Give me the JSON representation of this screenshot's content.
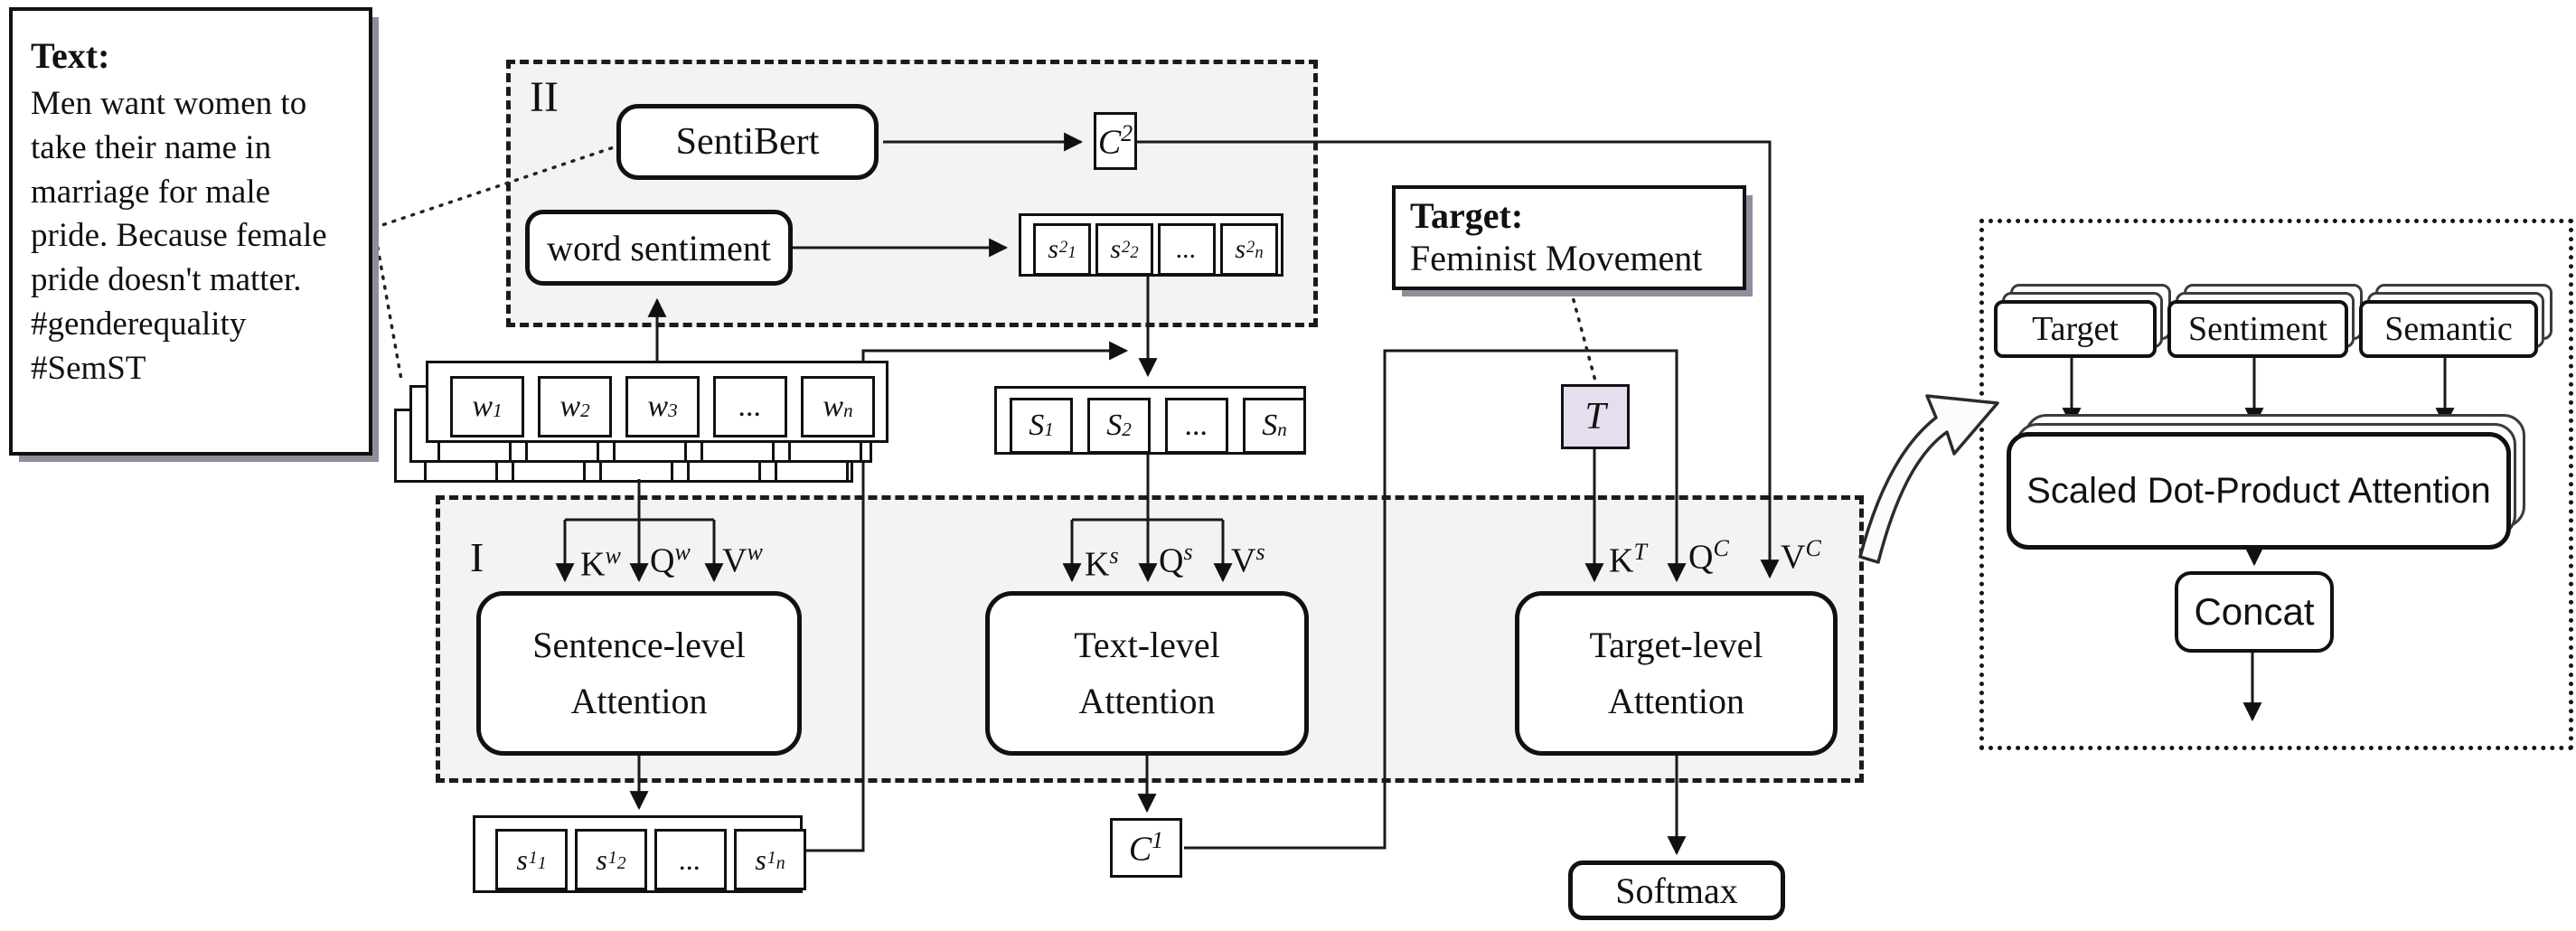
{
  "text_box": {
    "title": "Text:",
    "body": "Men want women to\ntake their name in\nmarriage for male\npride. Because female\npride doesn't matter.\n#genderequality\n#SemST"
  },
  "module2": {
    "label": "II",
    "sentibert": "SentiBert",
    "word_sentiment": "word sentiment",
    "c2": {
      "base": "C",
      "sup": "2"
    },
    "s2_row": {
      "cells": [
        {
          "base": "s",
          "sup": "2",
          "sub": "1"
        },
        {
          "base": "s",
          "sup": "2",
          "sub": "2"
        },
        {
          "base": "...",
          "sup": "",
          "sub": ""
        },
        {
          "base": "s",
          "sup": "2",
          "sub": "n"
        }
      ]
    }
  },
  "w_row": {
    "cells": [
      {
        "base": "w",
        "sub": "1"
      },
      {
        "base": "w",
        "sub": "2"
      },
      {
        "base": "w",
        "sub": "3"
      },
      {
        "base": "...",
        "sub": ""
      },
      {
        "base": "w",
        "sub": "n"
      }
    ]
  },
  "s_row": {
    "cells": [
      {
        "base": "S",
        "sub": "1"
      },
      {
        "base": "S",
        "sub": "2"
      },
      {
        "base": "...",
        "sub": ""
      },
      {
        "base": "S",
        "sub": "n"
      }
    ]
  },
  "s1_row": {
    "cells": [
      {
        "base": "s",
        "sup": "1",
        "sub": "1"
      },
      {
        "base": "s",
        "sup": "1",
        "sub": "2"
      },
      {
        "base": "...",
        "sup": "",
        "sub": ""
      },
      {
        "base": "s",
        "sup": "1",
        "sub": "n"
      }
    ]
  },
  "target_box": {
    "title": "Target:",
    "value": "Feminist Movement"
  },
  "t_box": {
    "label": "T"
  },
  "module1": {
    "label": "I"
  },
  "attention": {
    "sentence": {
      "line1": "Sentence-level",
      "line2": "Attention"
    },
    "text": {
      "line1": "Text-level",
      "line2": "Attention"
    },
    "target": {
      "line1": "Target-level",
      "line2": "Attention"
    }
  },
  "kqv": {
    "sentence": {
      "k": {
        "base": "K",
        "sup": "w"
      },
      "q": {
        "base": "Q",
        "sup": "w"
      },
      "v": {
        "base": "V",
        "sup": "w"
      }
    },
    "text": {
      "k": {
        "base": "K",
        "sup": "s"
      },
      "q": {
        "base": "Q",
        "sup": "s"
      },
      "v": {
        "base": "V",
        "sup": "s"
      }
    },
    "target": {
      "k": {
        "base": "K",
        "sup": "T"
      },
      "q": {
        "base": "Q",
        "sup": "C"
      },
      "v": {
        "base": "V",
        "sup": "C"
      }
    }
  },
  "c1": {
    "base": "C",
    "sup": "1"
  },
  "softmax": {
    "label": "Softmax"
  },
  "panel": {
    "inputs": {
      "target": "Target",
      "sentiment": "Sentiment",
      "semantic": "Semantic"
    },
    "sdpa": "Scaled Dot-Product Attention",
    "concat": "Concat"
  },
  "colors": {
    "line": "#1a1a1a",
    "region_fill": "#f3f3f3",
    "t_fill": "#e6ddef",
    "shadow": "#8e8e9c"
  }
}
